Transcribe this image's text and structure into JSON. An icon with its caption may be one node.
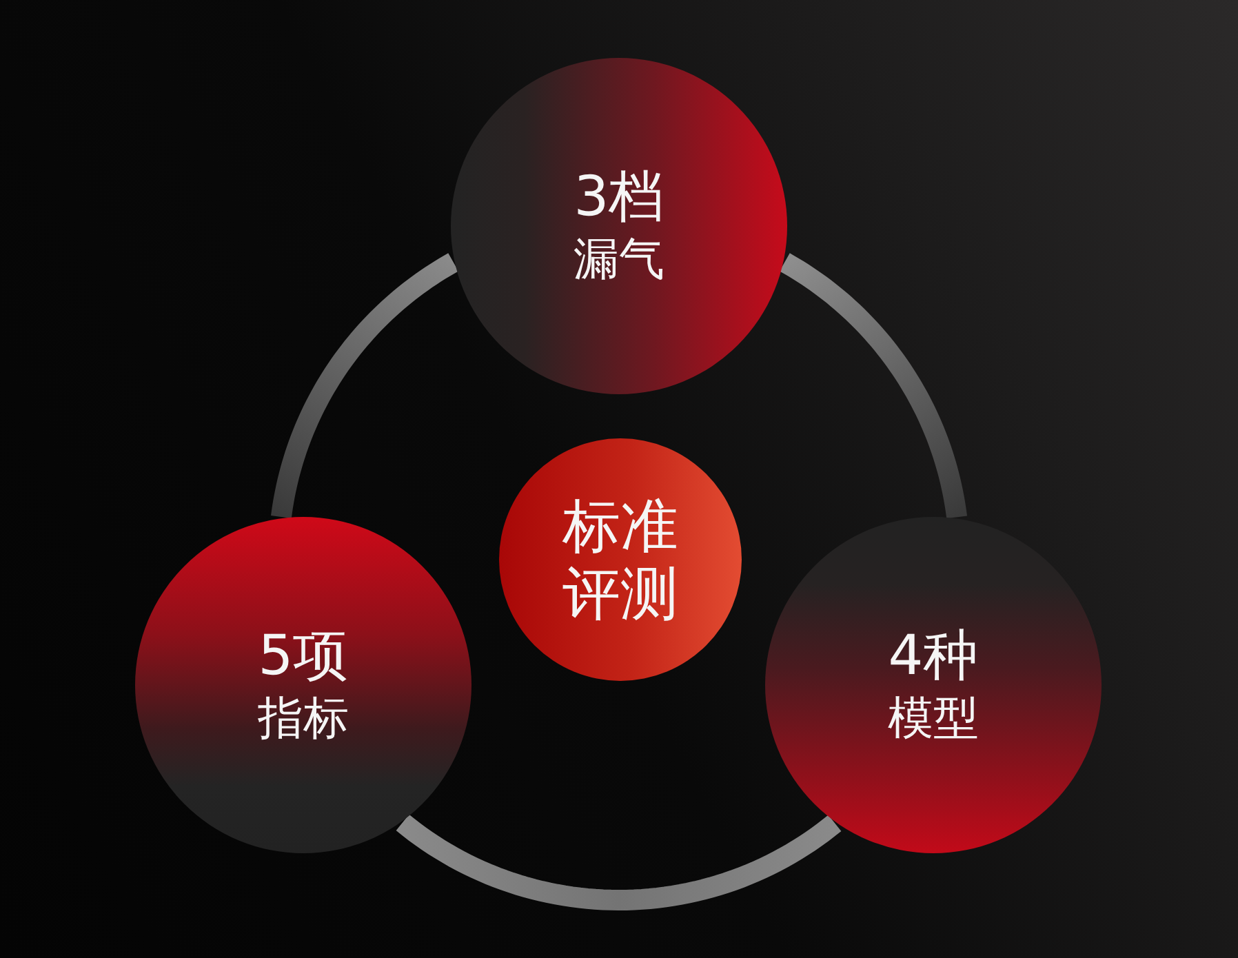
{
  "diagram": {
    "nodes": [
      {
        "text": [
          "3档",
          "漏气"
        ]
      },
      {
        "text": [
          "标准评测"
        ]
      },
      {
        "text": [
          "5项",
          "指标"
        ]
      },
      {
        "text": [
          "4种",
          "模型"
        ]
      }
    ],
    "edges": [
      {
        "from": 0,
        "to": 3,
        "arrow": "none"
      },
      {
        "from": 3,
        "to": 2,
        "arrow": "none"
      },
      {
        "from": 2,
        "to": 0,
        "arrow": "none"
      }
    ]
  }
}
